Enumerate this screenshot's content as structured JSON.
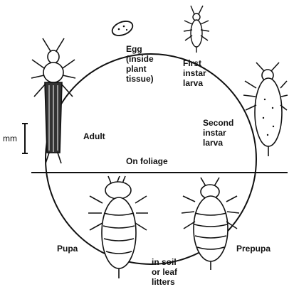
{
  "labels": {
    "egg": "Egg\n(inside\nplant\ntissue)",
    "first_instar": "First\ninstar\nlarva",
    "second_instar": "Second\ninstar\nlarva",
    "adult": "Adult",
    "mm": "mm",
    "on_foliage": "On foliage",
    "pupa": "Pupa",
    "in_soil": "in soil\nor leaf\nlitters",
    "prepupa": "Prepupa"
  },
  "colors": {
    "ink": "#111111",
    "paper": "#ffffff"
  }
}
